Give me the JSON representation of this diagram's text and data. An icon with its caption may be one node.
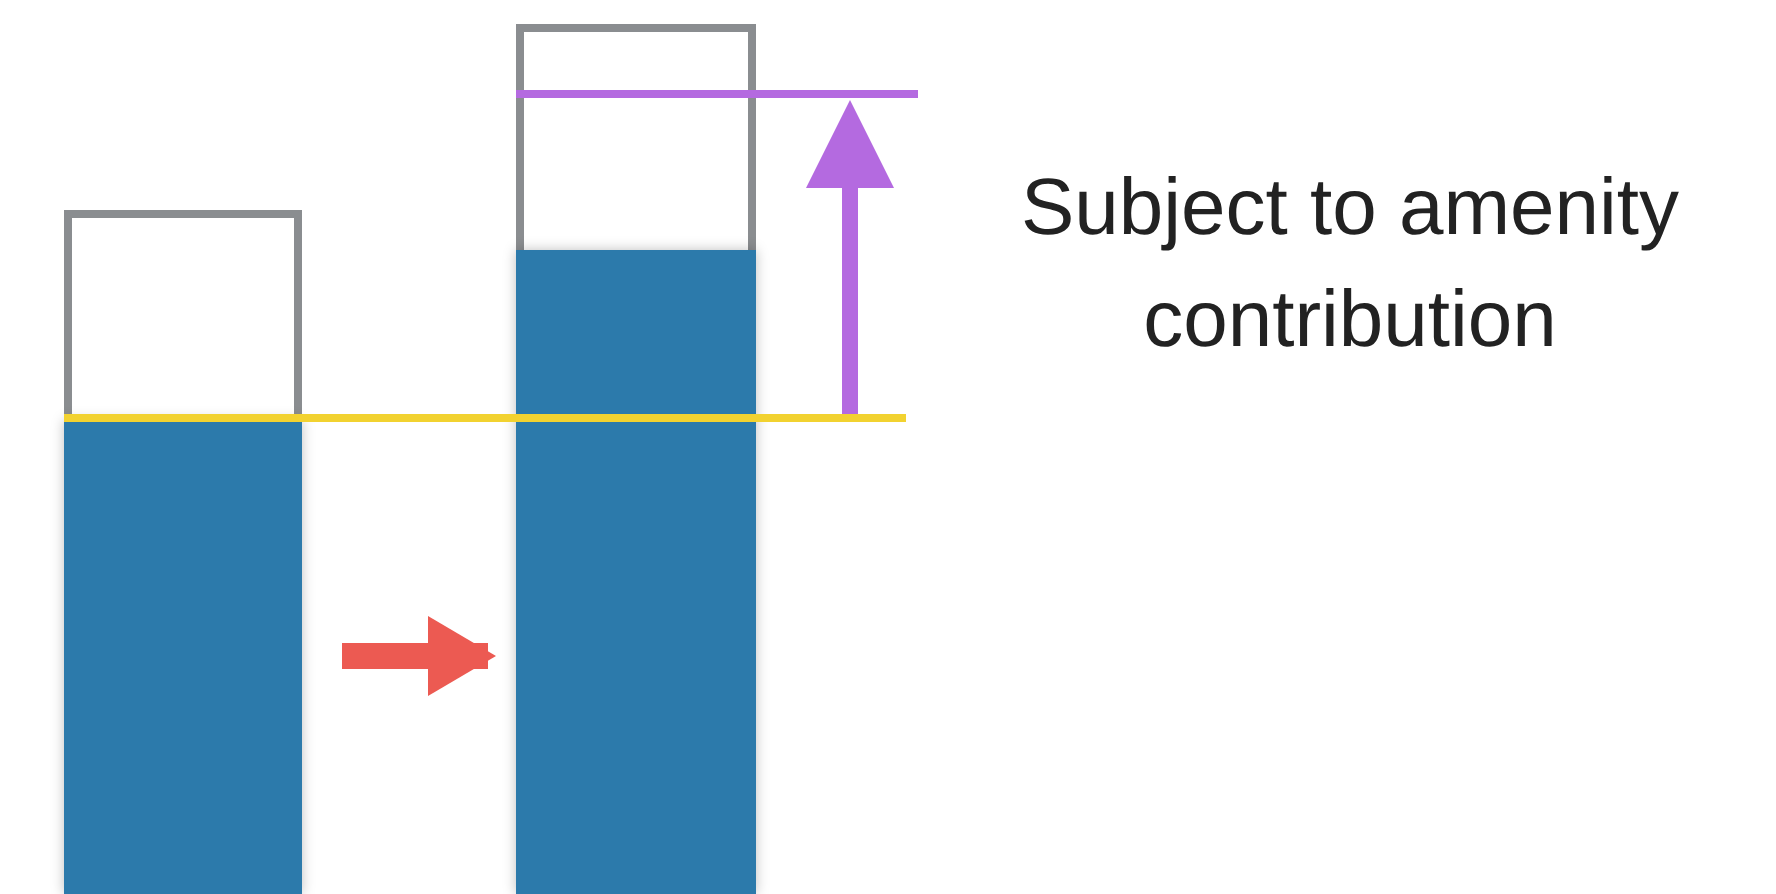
{
  "diagram": {
    "nodes": [
      {
        "text": [],
        "shape": "bar"
      },
      {
        "text": [],
        "shape": "bar"
      }
    ],
    "edges": [
      {
        "from": 0,
        "to": 1,
        "arrow": "to",
        "color": "#ec5a52"
      }
    ],
    "labels": [
      "Subject to amenity contribution"
    ]
  }
}
